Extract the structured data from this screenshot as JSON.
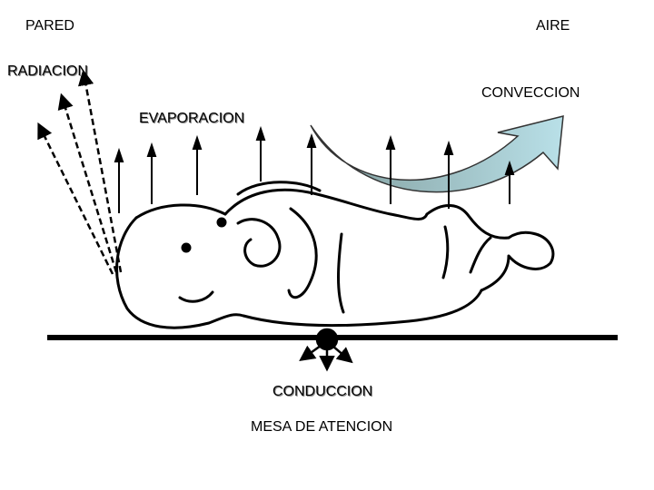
{
  "labels": {
    "wall": "PARED",
    "air": "AIRE",
    "radiation": "RADIACION",
    "convection": "CONVECCION",
    "evaporation": "EVAPORACION",
    "conduction": "CONDUCCION",
    "table": "MESA DE ATENCION"
  },
  "colors": {
    "line": "#000000",
    "convection_arrow_start": "#7f9b9b",
    "convection_arrow_end": "#b9e0e8"
  }
}
